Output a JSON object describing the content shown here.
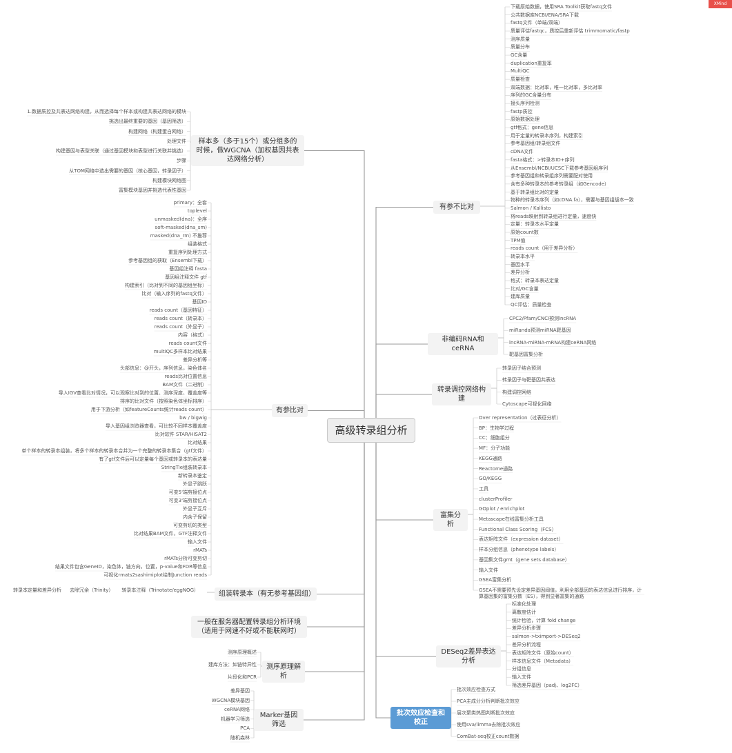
{
  "title": "高级转录组分析",
  "corner_label": "XMind",
  "branches": {
    "wgcna": "样本多（多于15个）或分组多的时候，做WGCNA（加权基因共表达网络分析）",
    "ref": "有参比对",
    "assembly": "组装转录本（有无参考基因组）",
    "server": "一般在服务器配置转录组分析环境（适用于网速不好或不能联网时）",
    "variable_splicing": "测序原理解析",
    "marker": "Marker基因筛选",
    "noref": "有参不比对",
    "ncrna": "非编码RNA和ceRNA",
    "network": "转录调控网络构建",
    "enrich": "富集分析",
    "deseq2": "DESeq2差异表达分析",
    "batch": "批次效应检查和校正"
  },
  "leaves": {
    "wgcna": [
      "1.数据质控及共表达网络构建，从而选择每个样本或构建共表达网络的模块",
      "挑选出最终重要的基因（基因筛选）",
      "构建网络（构建蛋白网络）",
      "处理文件",
      "构建基因与表型关联（通过基因模块和表型进行关联并挑选）",
      "步骤",
      "从TOM网络中选出需要的基因（核心基因，转录因子）",
      "构建模块网络图",
      "富集模块基因并挑选代表性基因"
    ],
    "ref": [
      "primary：全套",
      "toplevel",
      "unmasked(dna)：全序",
      "soft-masked(dna_sm)",
      "masked(dna_rm) 不推荐",
      "组装格式",
      "重复序列处理方式",
      "参考基因组的获取（Ensembl下载）",
      "基因组注释 fasta",
      "基因组注释文件 gtf",
      "构建索引（比对到不同的基因组坐标）",
      "比对（输入序列的fastq文件）",
      "基因ID",
      "reads count（基因特征）",
      "reads count（转录本）",
      "reads count（外显子）",
      "内容（格式）",
      "reads count文件",
      "multiQC多样本比对结果",
      "差异分析等",
      "头部信息：@开头，序列信息，染色体名",
      "reads比对位置信息",
      "BAM文件（二进制）",
      "导入IGV查看比对情况，可以观察比对到的位置、测序深度、覆盖度等",
      "排序的比对文件（按照染色体坐标排序）",
      "用于下游分析（如featureCounts统计reads count）",
      "bw / bigwig",
      "导入基因组浏览器查看，可比较不同样本覆盖度",
      "比对软件 STAR/HISAT2",
      "比对结果",
      "单个样本的转录本组装，将多个样本的转录本合并为一个完整的转录本集合（gtf文件）",
      "有了gtf文件后可以定量每个基因或转录本的表达量",
      "StringTie组装转录本",
      "新转录本鉴定",
      "外显子跳跃",
      "可变5'端剪接位点",
      "可变3'端剪接位点",
      "外显子互斥",
      "内含子保留",
      "可变剪切的类型",
      "比对结果BAM文件，GTF注释文件",
      "输入文件",
      "rMATs",
      "rMATs分析可变剪切",
      "结果文件包含GeneID，染色体，链方向，位置，p-value和FDR等信息",
      "可视化rmats2sashimiplot绘制Junction reads"
    ],
    "assembly": [
      "转录本注释（Trinotate/eggNOG）",
      "去除冗余（Trinity）",
      "转录本定量和差异分析"
    ],
    "variable_splicing": [
      "测序原理概述",
      "建库方法：如链特异性",
      "片段化和PCR"
    ],
    "marker": [
      "差异基因",
      "WGCNA模块基因",
      "ceRNA网络",
      "机器学习筛选",
      "PCA",
      "随机森林"
    ],
    "noref": [
      "下载原始数据，使用SRA Toolkit获取fastq文件",
      "公共数据库NCBI/ENA/SRA下载",
      "fastq文件（单端/双端）",
      "质量评估fastqc，质控后重新评估 trimmomatic/fastp",
      "测序质量",
      "质量分布",
      "GC含量",
      "duplication重复率",
      "MultiQC",
      "质量检查",
      "双端数据：比对率，唯一比对率，多比对率",
      "序列的GC含量分布",
      "接头序列检测",
      "fastp质控",
      "原始数据处理",
      "gtf格式：gene信息",
      "用于定量的转录本序列，构建索引",
      "参考基因组/转录组文件",
      "cDNA文件",
      "fasta格式：>转录本ID+序列",
      "从Ensembl/NCBI/UCSC下载参考基因组序列",
      "参考基因组和转录组序列需要配对使用",
      "含有多种转录本的参考转录组（如Gencode）",
      "基于转录组比对的定量",
      "物种的转录本序列（如cDNA.fa），需要与基因组版本一致",
      "Salmon / Kallisto",
      "将reads映射到转录组进行定量，速度快",
      "定量：转录本水平定量",
      "原始count数",
      "TPM值",
      "reads count（用于差异分析）",
      "转录本水平",
      "基因水平",
      "差异分析",
      "格式：转录本表达定量",
      "比对/GC含量",
      "建库质量",
      "QC评估：质量检查"
    ],
    "ncrna": [
      "CPC2/Pfam/CNCI预测lncRNA",
      "miRanda预测miRNA靶基因",
      "lncRNA-miRNA-mRNA构建ceRNA网络",
      "靶基因富集分析"
    ],
    "network": [
      "转录因子结合预测",
      "转录因子与靶基因共表达",
      "构建调控网络",
      "Cytoscape可视化网络"
    ],
    "enrich": [
      "Over representation（过表征分析）",
      "BP：生物学过程",
      "CC：细胞组分",
      "MF：分子功能",
      "KEGG通路",
      "Reactome通路",
      "GO/KEGG",
      "工具",
      "clusterProfiler",
      "GOplot / enrichplot",
      "Metascape在线富集分析工具",
      "Functional Class Scoring（FCS）",
      "表达矩阵文件（expression dataset）",
      "样本分组信息（phenotype labels）",
      "基因集文件gmt（gene sets database）",
      "输入文件",
      "GSEA富集分析",
      "GSEA不需要预先设定差异基因阈值，利用全部基因的表达信息进行排序，计算基因集的富集分数（ES），得到显著富集的通路"
    ],
    "deseq2": [
      "标准化处理",
      "离散度估计",
      "统计检验，计算 fold change",
      "差异分析步骤",
      "salmon->tximport->DESeq2",
      "差异分析流程",
      "表达矩阵文件（原始count）",
      "样本信息文件（Metadata）",
      "分组信息",
      "输入文件",
      "筛选差异基因（padj、log2FC）"
    ],
    "batch": [
      "批次效应检查方式",
      "PCA主成分分析判断批次效应",
      "层次聚类热图判断批次效应",
      "使用sva/limma去除批次效应",
      "ComBat-seq校正count数据"
    ]
  }
}
